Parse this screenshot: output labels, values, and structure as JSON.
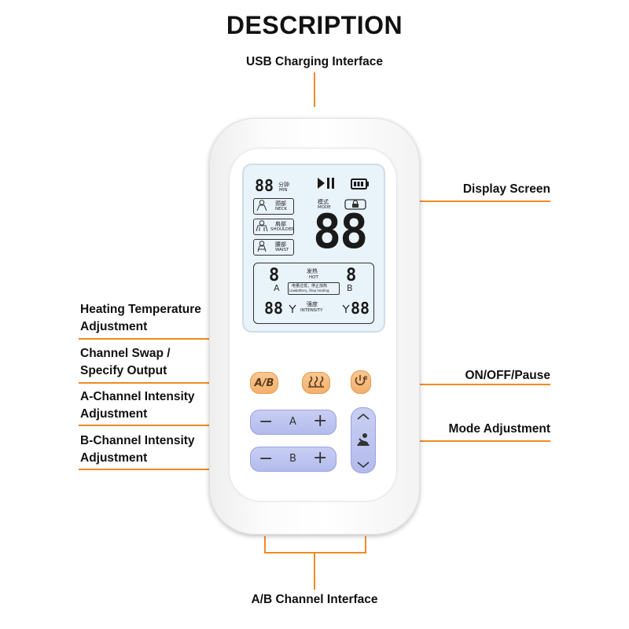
{
  "title": "DESCRIPTION",
  "labels": {
    "usb": "USB Charging Interface",
    "display": "Display Screen",
    "heating_1": "Heating Temperature",
    "heating_2": "Adjustment",
    "swap_1": "Channel Swap /",
    "swap_2": "Specify Output",
    "onoff": "ON/OFF/Pause",
    "a_int_1": "A-Channel Intensity",
    "a_int_2": "Adjustment",
    "mode": "Mode Adjustment",
    "b_int_1": "B-Channel Intensity",
    "b_int_2": "Adjustment",
    "ab": "A/B Channel Interface"
  },
  "screen": {
    "timer": "88",
    "timer_zh": "分钟",
    "timer_en": "MIN",
    "neck_zh": "颈部",
    "neck_en": "NECK",
    "shoulder_zh": "肩部",
    "shoulder_en": "SHOULDER",
    "waist_zh": "腰部",
    "waist_en": "WAIST",
    "mode_zh": "模式",
    "mode_en": "MODE",
    "mode_value": "88",
    "hot_a": "8",
    "hot_b": "8",
    "hot_zh": "发热",
    "hot_en": "HOT",
    "ch_a": "A",
    "ch_b": "B",
    "lowbat_zh": "电量过低，停止加热",
    "lowbat_en": "Lowbattery, Stop heating",
    "int_a": "88",
    "int_b": "88",
    "int_zh": "强度",
    "int_en": "INTENSITY"
  },
  "buttons": {
    "swap": "A/B",
    "a_label": "A",
    "b_label": "B",
    "minus": "−",
    "plus": "+"
  },
  "colors": {
    "accent_line": "#f08a24",
    "orange_button": "#f2b06c",
    "blue_button": "#b3bbec",
    "screen_bg": "#e9f3fa"
  }
}
